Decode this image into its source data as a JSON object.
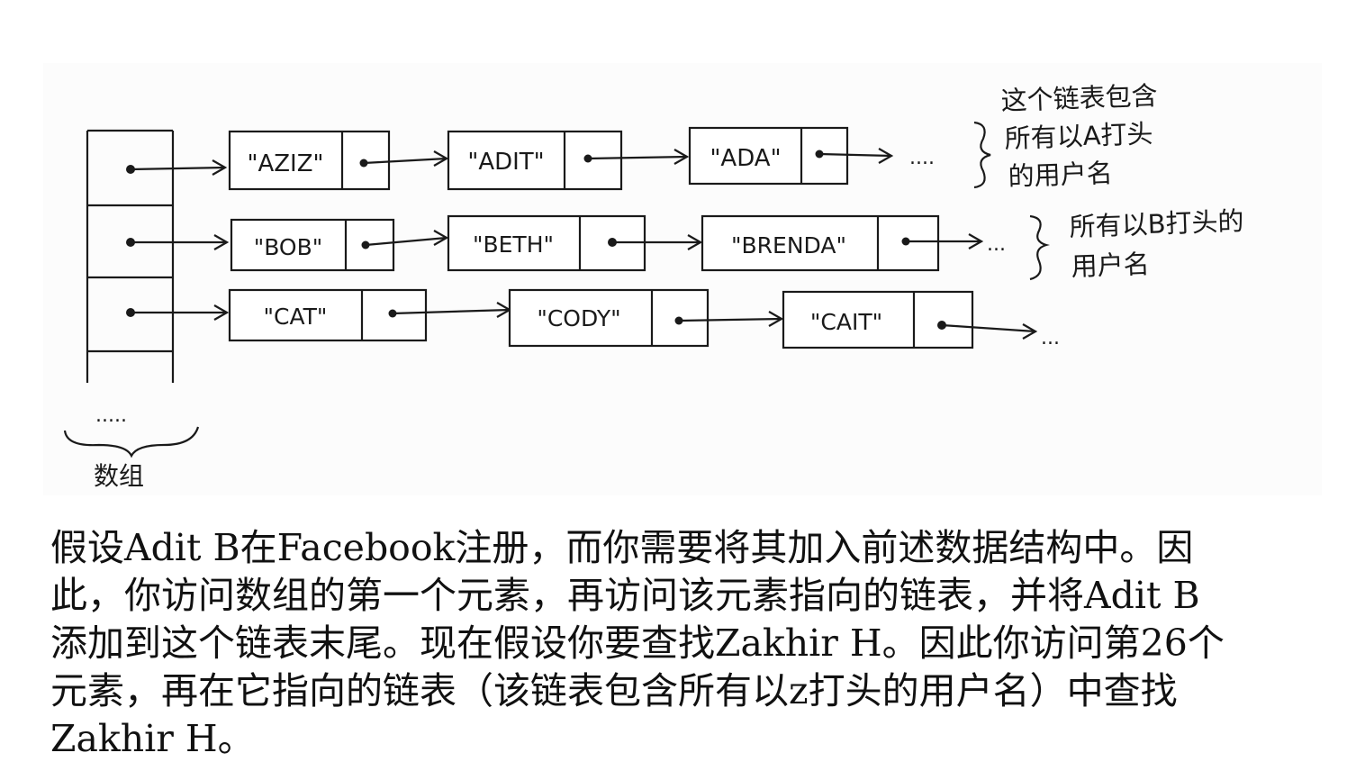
{
  "figure": {
    "rows": [
      {
        "nodes": [
          "\"AZIZ\"",
          "\"ADIT\"",
          "\"ADA\""
        ],
        "trail": "....",
        "note_lines": [
          "这个链表包含",
          "所有以A打头",
          "的用户名"
        ]
      },
      {
        "nodes": [
          "\"BOB\"",
          "\"BETH\"",
          "\"BRENDA\""
        ],
        "trail": "...",
        "note_lines": [
          "所有以B打头的",
          "用户名"
        ]
      },
      {
        "nodes": [
          "\"CAT\"",
          "\"CODY\"",
          "\"CAIT\""
        ],
        "trail": "...",
        "note_lines": []
      }
    ],
    "array_trail": ".....",
    "array_label": "数组"
  },
  "paragraph": {
    "lines": [
      "假设Adit B在Facebook注册，而你需要将其加入前述数据结构中。因",
      "此，你访问数组的第一个元素，再访问该元素指向的链表，并将Adit B",
      "添加到这个链表末尾。现在假设你要查找Zakhir H。因此你访问第26个",
      "元素，再在它指向的链表（该链表包含所有以z打头的用户名）中查找",
      "Zakhir H。"
    ]
  }
}
